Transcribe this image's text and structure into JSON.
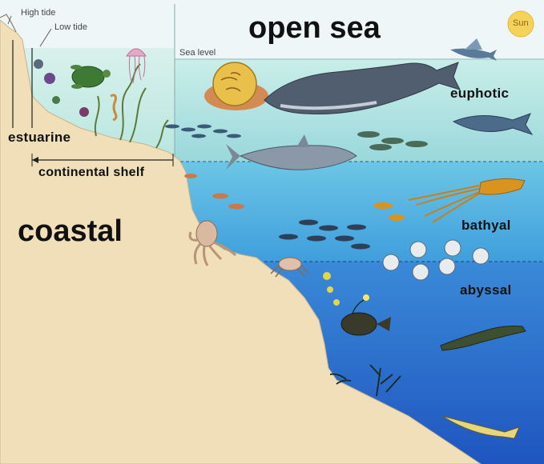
{
  "diagram": {
    "title_open_sea": "open sea",
    "label_coastal": "coastal",
    "label_high_tide": "High tide",
    "label_low_tide": "Low tide",
    "label_sea_level": "Sea level",
    "label_sun": "Sun",
    "label_estuarine": "estuarine",
    "label_continental_shelf": "continental shelf",
    "label_euphotic": "euphotic",
    "label_bathyal": "bathyal",
    "label_abyssal": "abyssal"
  },
  "colors": {
    "sky": "#e8f2f4",
    "euphotic_water": "#a6e0e0",
    "bathyal_water": "#4fb2e0",
    "abyssal_water": "#2a6fd0",
    "land": "#f1dfb9",
    "sun": "#f5d35a"
  },
  "icons": [
    "sun-icon",
    "whale-icon",
    "shark-icon",
    "tuna-icon",
    "squid-icon",
    "octopus-icon",
    "crab-icon",
    "anglerfish-icon",
    "turtle-icon",
    "jellyfish-icon",
    "seahorse-icon",
    "eel-icon",
    "flying-fish-icon",
    "plankton-icon",
    "kelp-icon"
  ]
}
